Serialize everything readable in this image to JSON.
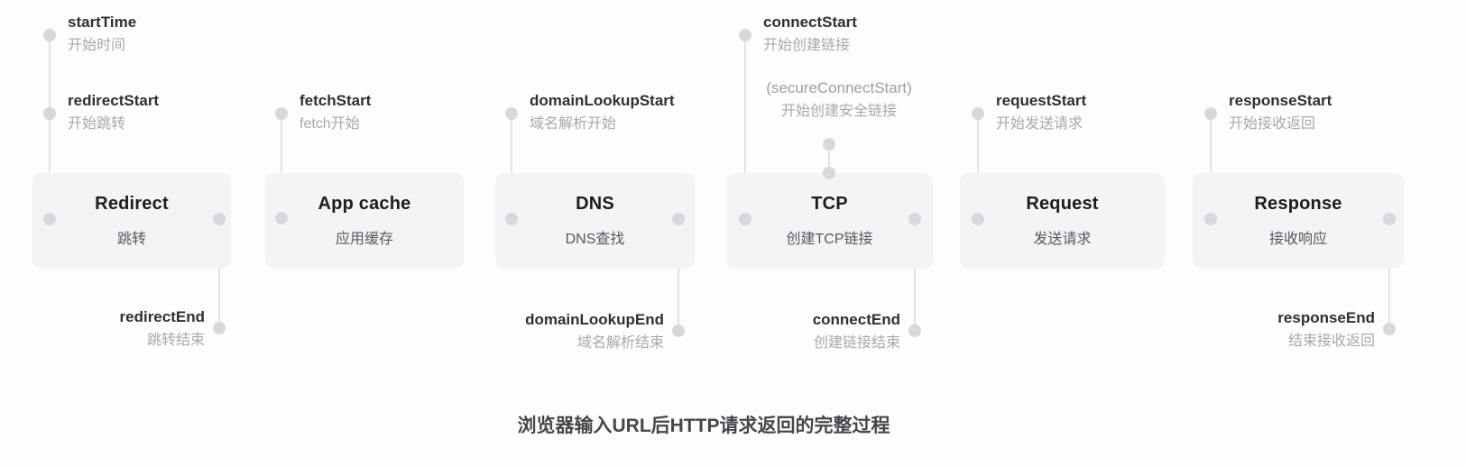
{
  "page": {
    "caption": "浏览器输入URL后HTTP请求返回的完整过程"
  },
  "colors": {
    "page_background": "#fdfdfe",
    "stage_box_background": "#f3f4f6",
    "connector_dot": "#d6d8db",
    "connector_line": "#e2e3e5",
    "marker_english_text": "#2f3033",
    "marker_chinese_text": "#a6a9ad",
    "stage_title_text": "#1b1c1e",
    "stage_subtitle_text": "#55585c",
    "caption_text": "#45474b"
  },
  "stages": [
    {
      "title": "Redirect",
      "subtitle": "跳转"
    },
    {
      "title": "App cache",
      "subtitle": "应用缓存"
    },
    {
      "title": "DNS",
      "subtitle": "DNS查找"
    },
    {
      "title": "TCP",
      "subtitle": "创建TCP链接"
    },
    {
      "title": "Request",
      "subtitle": "发送请求"
    },
    {
      "title": "Response",
      "subtitle": "接收响应"
    }
  ],
  "markers": {
    "start_time": {
      "en": "startTime",
      "zh": "开始时间"
    },
    "redirect_start": {
      "en": "redirectStart",
      "zh": "开始跳转"
    },
    "fetch_start": {
      "en": "fetchStart",
      "zh": "fetch开始"
    },
    "domain_lookup_start": {
      "en": "domainLookupStart",
      "zh": "域名解析开始"
    },
    "connect_start": {
      "en": "connectStart",
      "zh": "开始创建链接"
    },
    "secure_connect_start": {
      "en": "(secureConnectStart)",
      "zh": "开始创建安全链接"
    },
    "request_start": {
      "en": "requestStart",
      "zh": "开始发送请求"
    },
    "response_start": {
      "en": "responseStart",
      "zh": "开始接收返回"
    },
    "redirect_end": {
      "en": "redirectEnd",
      "zh": "跳转结束"
    },
    "domain_lookup_end": {
      "en": "domainLookupEnd",
      "zh": "域名解析结束"
    },
    "connect_end": {
      "en": "connectEnd",
      "zh": "创建链接结束"
    },
    "response_end": {
      "en": "responseEnd",
      "zh": "结束接收返回"
    }
  }
}
